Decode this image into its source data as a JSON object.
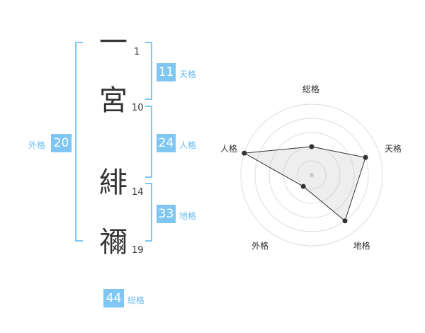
{
  "name_chars": [
    {
      "char": "一",
      "strokes": "1"
    },
    {
      "char": "宮",
      "strokes": "10"
    },
    {
      "char": "緋",
      "strokes": "14"
    },
    {
      "char": "禰",
      "strokes": "19"
    }
  ],
  "kaku": {
    "tenkaku": {
      "value": "11",
      "label": "天格"
    },
    "jinkaku": {
      "value": "24",
      "label": "人格"
    },
    "chikaku": {
      "value": "33",
      "label": "地格"
    },
    "gaikaku": {
      "value": "20",
      "label": "外格"
    },
    "soukaku": {
      "value": "44",
      "label": "総格"
    }
  },
  "colors": {
    "accent": "#7fc6f2",
    "accent_text": "#6cbdf0",
    "bracket": "#7fc6f2"
  },
  "chart_data": {
    "type": "radar",
    "axes": [
      "総格",
      "天格",
      "地格",
      "外格",
      "人格"
    ],
    "values": [
      2,
      4,
      4,
      1,
      5
    ],
    "rmax": 5,
    "rings": 5
  }
}
